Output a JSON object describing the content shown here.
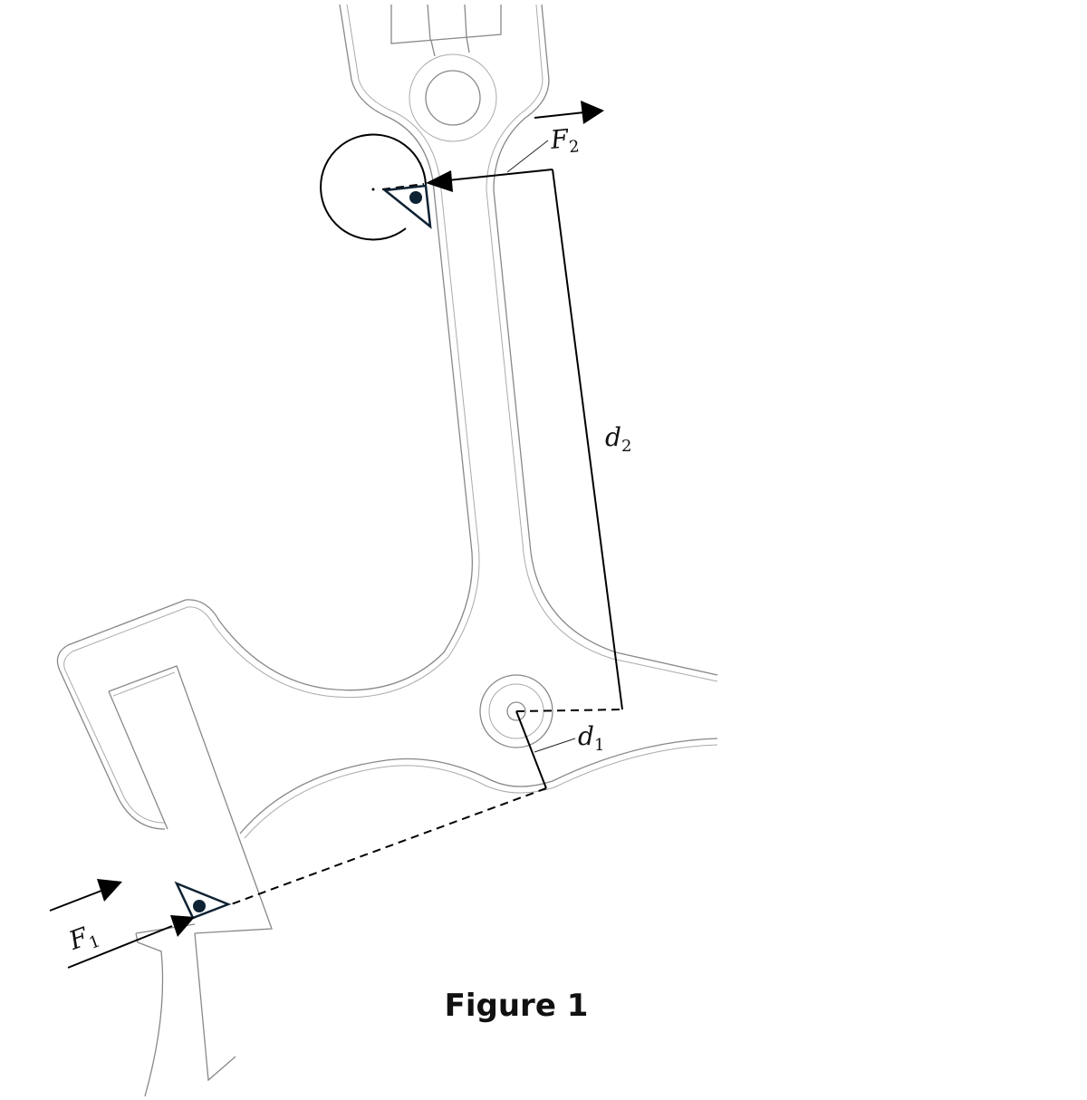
{
  "labels": {
    "f1": "F",
    "f1_sub": "1",
    "f2": "F",
    "f2_sub": "2",
    "d1": "d",
    "d1_sub": "1",
    "d2": "d",
    "d2_sub": "2"
  },
  "caption": "Figure 1",
  "colors": {
    "marker": "#0d2233",
    "line": "#000000",
    "part": "#888888"
  }
}
